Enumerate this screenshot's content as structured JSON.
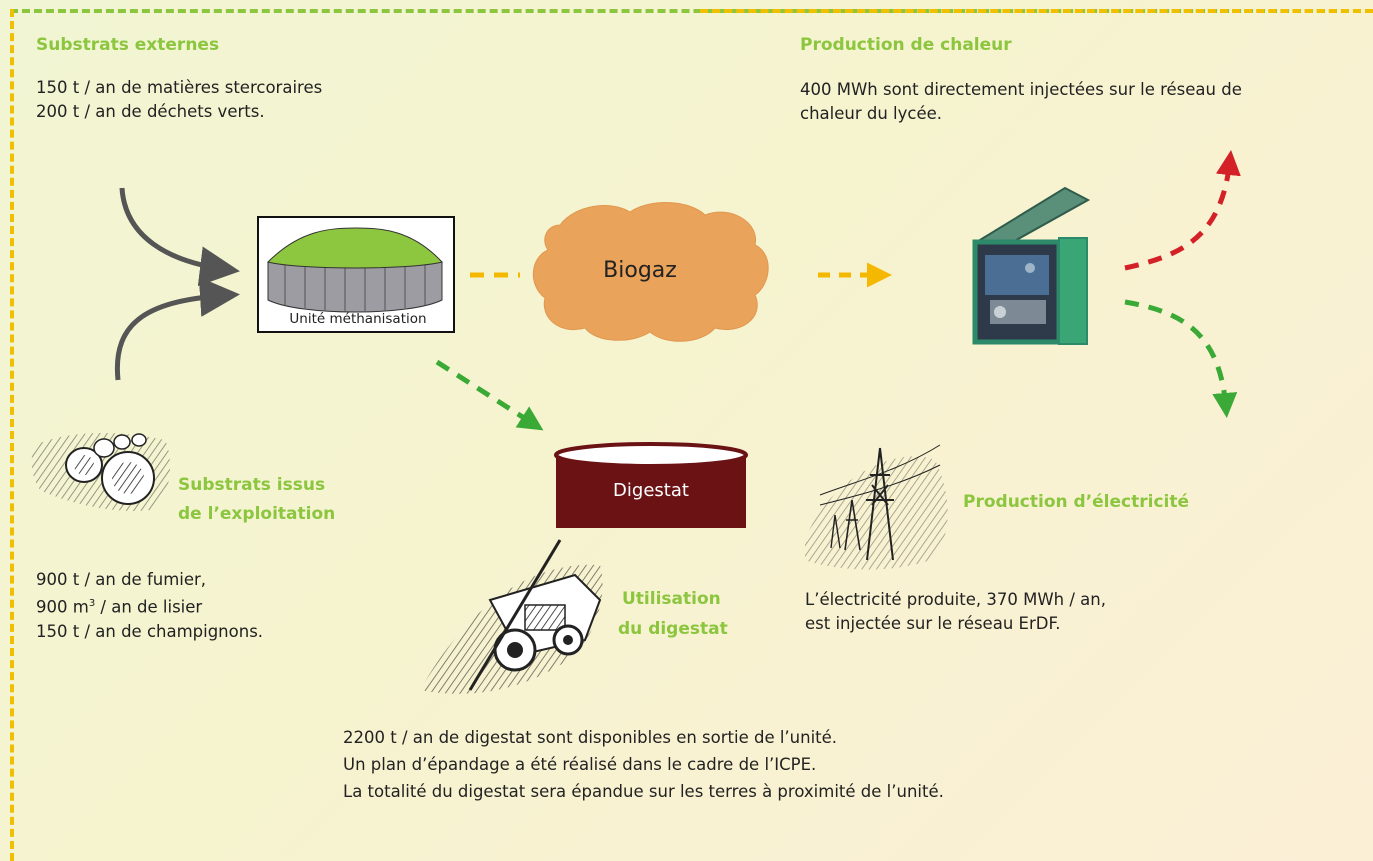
{
  "substrats_externes": {
    "title": "Substrats externes",
    "lines": [
      "150 t / an de matières stercoraires",
      "200 t / an de déchets verts."
    ]
  },
  "production_chaleur": {
    "title": "Production de chaleur",
    "lines": [
      "400 MWh sont directement injectées sur le réseau de",
      "chaleur du lycée."
    ]
  },
  "unite": {
    "label": "Unité méthanisation"
  },
  "biogaz": {
    "label": "Biogaz"
  },
  "digestat": {
    "label": "Digestat"
  },
  "substrats_exploitation": {
    "title_line1": "Substrats issus",
    "title_line2": "de l’exploitation",
    "line1": "900 t / an de fumier,",
    "line2_pre": "900 m",
    "line2_sup": "3",
    "line2_post": " / an de lisier",
    "line3": "150 t / an de champignons."
  },
  "production_electricite": {
    "title": "Production d’électricité",
    "lines": [
      "L’électricité produite, 370 MWh / an,",
      "est injectée sur le réseau ErDF."
    ]
  },
  "utilisation_digestat": {
    "title_line1": "Utilisation",
    "title_line2": "du digestat",
    "lines": [
      "2200 t / an de digestat sont disponibles en sortie de l’unité.",
      "Un plan d’épandage a été réalisé dans le cadre de l’ICPE.",
      "La totalité du digestat sera épandue sur les terres à proximité de l’unité."
    ]
  },
  "colors": {
    "heading_green": "#8cc63f",
    "arrow_yellow": "#f5b800",
    "arrow_green": "#3aa935",
    "arrow_red": "#d42027",
    "digestat_brown": "#6b1215",
    "biogaz_orange": "#eaa35a"
  }
}
